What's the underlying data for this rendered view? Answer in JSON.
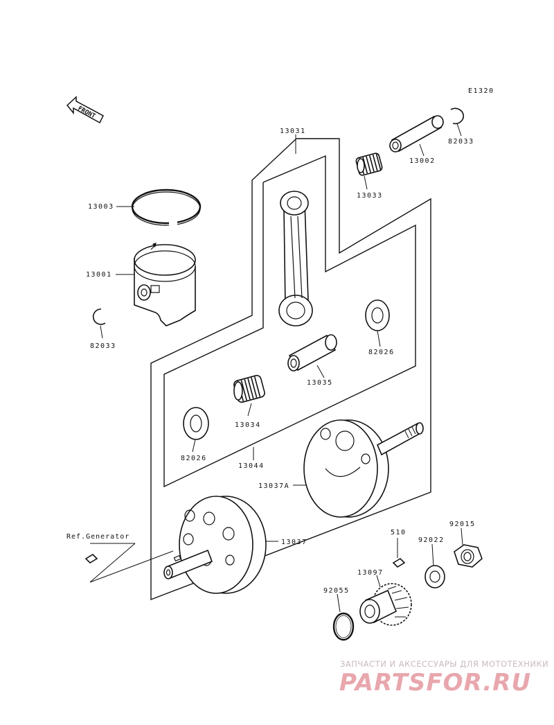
{
  "diagram_code": "E1320",
  "front_label": "FRONT",
  "parts": {
    "p13031": "13031",
    "p13002": "13002",
    "p82033_top": "82033",
    "p13033": "13033",
    "p13003": "13003",
    "p13001": "13001",
    "p82033_left": "82033",
    "p82026_right": "82026",
    "p13035": "13035",
    "p13034": "13034",
    "p82026_left": "82026",
    "p13044": "13044",
    "p13037A": "13037A",
    "p13037": "13037",
    "ref_generator": "Ref.Generator",
    "p510": "510",
    "p92015": "92015",
    "p92022": "92022",
    "p13097": "13097",
    "p92055": "92055"
  },
  "watermark": {
    "tagline": "ЗАПЧАСТИ И АКСЕССУАРЫ ДЛЯ МОТОТЕХНИКИ",
    "logo": "PARTSFOR.RU"
  }
}
